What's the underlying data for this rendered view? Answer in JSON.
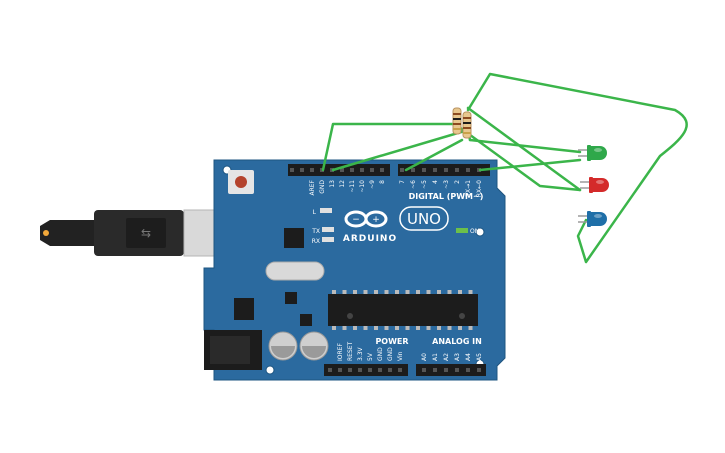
{
  "board": {
    "brand": "ARDUINO",
    "model": "UNO",
    "digital_header": "DIGITAL (PWM~)",
    "power_header": "POWER",
    "analog_header": "ANALOG IN",
    "on_label": "ON",
    "led_l": "L",
    "led_tx": "TX",
    "led_rx": "RX",
    "top_pins": [
      "AREF",
      "GND",
      "13",
      "12",
      "~11",
      "~10",
      "~9",
      "8",
      "7",
      "~6",
      "~5",
      "4",
      "~3",
      "2",
      "TX→1",
      "RX←0"
    ],
    "power_pins": [
      "IOREF",
      "RESET",
      "3.3V",
      "5V",
      "GND",
      "GND",
      "Vin"
    ],
    "analog_pins": [
      "A0",
      "A1",
      "A2",
      "A3",
      "A4",
      "A5"
    ]
  },
  "leds": [
    {
      "name": "green-led",
      "color": "#2fa84a"
    },
    {
      "name": "red-led",
      "color": "#d42a2a"
    },
    {
      "name": "blue-led",
      "color": "#1f6fa8"
    }
  ],
  "colors": {
    "board": "#2b6a9f",
    "wire": "#3bb54a",
    "header": "#1c1c1c"
  }
}
